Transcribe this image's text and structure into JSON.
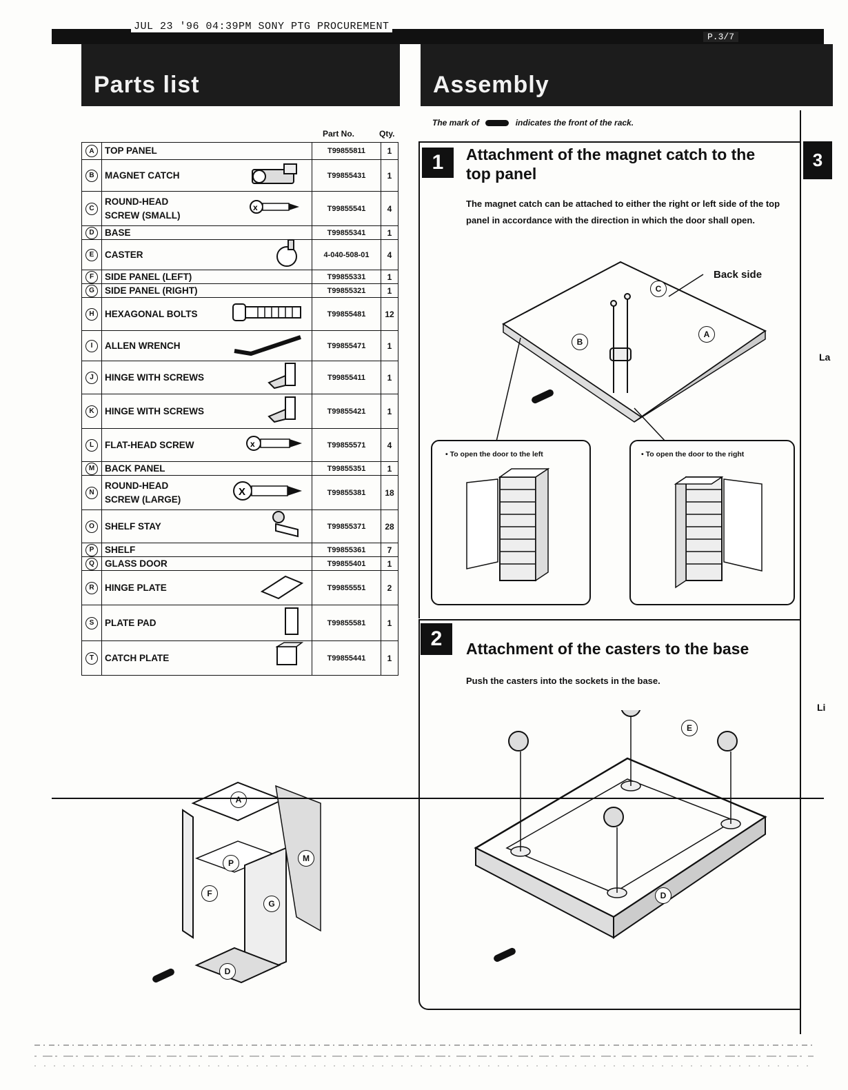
{
  "fax": {
    "header": "JUL 23 '96  04:39PM SONY PTG PROCUREMENT",
    "page": "P.3/7"
  },
  "parts_list": {
    "title": "Parts list",
    "col_part_no": "Part No.",
    "col_qty": "Qty.",
    "rows": [
      {
        "letter": "A",
        "name": "TOP PANEL",
        "part_no": "T99855811",
        "qty": "1",
        "icon": "panel"
      },
      {
        "letter": "B",
        "name": "MAGNET CATCH",
        "part_no": "T99855431",
        "qty": "1",
        "icon": "magnet-catch-icon"
      },
      {
        "letter": "C",
        "name": "ROUND-HEAD SCREW (SMALL)",
        "part_no": "T99855541",
        "qty": "4",
        "icon": "small-screw-icon"
      },
      {
        "letter": "D",
        "name": "BASE",
        "part_no": "T99855341",
        "qty": "1",
        "icon": ""
      },
      {
        "letter": "E",
        "name": "CASTER",
        "part_no": "4-040-508-01",
        "qty": "4",
        "icon": "caster-icon"
      },
      {
        "letter": "F",
        "name": "SIDE PANEL (LEFT)",
        "part_no": "T99855331",
        "qty": "1",
        "icon": ""
      },
      {
        "letter": "G",
        "name": "SIDE PANEL (RIGHT)",
        "part_no": "T99855321",
        "qty": "1",
        "icon": ""
      },
      {
        "letter": "H",
        "name": "HEXAGONAL BOLTS",
        "part_no": "T99855481",
        "qty": "12",
        "icon": "hex-bolt-icon"
      },
      {
        "letter": "I",
        "name": "ALLEN WRENCH",
        "part_no": "T99855471",
        "qty": "1",
        "icon": "allen-wrench-icon"
      },
      {
        "letter": "J",
        "name": "HINGE WITH SCREWS",
        "part_no": "T99855411",
        "qty": "1",
        "icon": "hinge-icon"
      },
      {
        "letter": "K",
        "name": "HINGE WITH SCREWS",
        "part_no": "T99855421",
        "qty": "1",
        "icon": "hinge-icon"
      },
      {
        "letter": "L",
        "name": "FLAT-HEAD SCREW",
        "part_no": "T99855571",
        "qty": "4",
        "icon": "flat-screw-icon"
      },
      {
        "letter": "M",
        "name": "BACK PANEL",
        "part_no": "T99855351",
        "qty": "1",
        "icon": ""
      },
      {
        "letter": "N",
        "name": "ROUND-HEAD SCREW (LARGE)",
        "part_no": "T99855381",
        "qty": "18",
        "icon": "large-screw-icon"
      },
      {
        "letter": "O",
        "name": "SHELF STAY",
        "part_no": "T99855371",
        "qty": "28",
        "icon": "shelf-stay-icon"
      },
      {
        "letter": "P",
        "name": "SHELF",
        "part_no": "T99855361",
        "qty": "7",
        "icon": ""
      },
      {
        "letter": "Q",
        "name": "GLASS DOOR",
        "part_no": "T99855401",
        "qty": "1",
        "icon": ""
      },
      {
        "letter": "R",
        "name": "HINGE PLATE",
        "part_no": "T99855551",
        "qty": "2",
        "icon": "hinge-plate-icon"
      },
      {
        "letter": "S",
        "name": "PLATE PAD",
        "part_no": "T99855581",
        "qty": "1",
        "icon": "plate-pad-icon"
      },
      {
        "letter": "T",
        "name": "CATCH PLATE",
        "part_no": "T99855441",
        "qty": "1",
        "icon": "catch-plate-icon"
      }
    ]
  },
  "assembly": {
    "title": "Assembly",
    "front_note_prefix": "The mark of",
    "front_note_suffix": "indicates the front of the rack.",
    "step1": {
      "number": "1",
      "heading": "Attachment of the magnet catch to the top panel",
      "text": "The magnet catch can be attached to either the right or left side of the top panel in accordance with the direction in which the door shall open.",
      "back_side": "Back side",
      "open_left": "• To open the door to the left",
      "open_right": "• To open the door to the right",
      "labels": [
        "A",
        "B",
        "C"
      ]
    },
    "step2": {
      "number": "2",
      "heading": "Attachment of the casters to the base",
      "text": "Push the casters into the sockets in the base.",
      "labels": [
        "D",
        "E"
      ]
    },
    "side_tab": "3",
    "edge_text_1": "La",
    "edge_text_2": "Li"
  },
  "exploded_labels": [
    "A",
    "P",
    "F",
    "G",
    "M",
    "D"
  ]
}
